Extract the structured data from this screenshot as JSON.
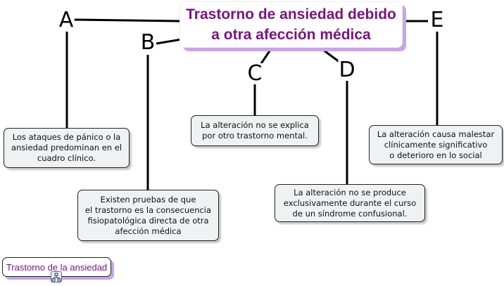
{
  "main": {
    "title": "Trastorno de ansiedad debido a otra afección médica"
  },
  "letters": [
    "A",
    "B",
    "C",
    "D",
    "E"
  ],
  "boxes": [
    "Los ataques de pánico o la\nansiedad predominan en el\ncuadro clínico.",
    "Existen pruebas de que\nel trastorno es la consecuencia\nfisiopatológica directa de otra\nafección médica",
    "La alteración no se explica\npor otro trastorno mental.",
    "La alteración no se produce\nexclusivamente durante el curso\nde un síndrome confusional.",
    "La alteración causa malestar\nclínicamente significativo\no deterioro en lo social"
  ],
  "link": {
    "label": "Trastorno de la ansiedad",
    "icon": "concept-map-icon"
  },
  "colors": {
    "title": "#7a1480",
    "shadow": "#c9a4e8",
    "box": "#eef2f2"
  }
}
